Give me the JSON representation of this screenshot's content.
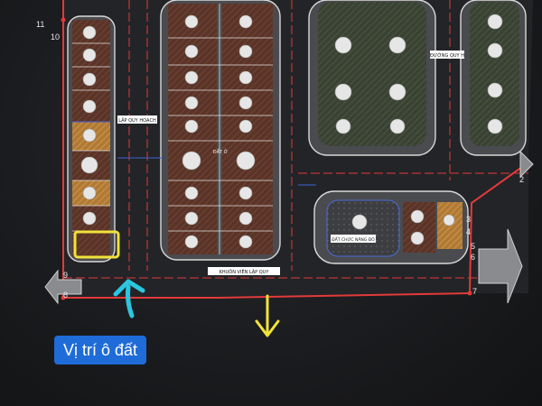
{
  "plan": {
    "edge_numbers": [
      "11",
      "10",
      "9",
      "8",
      "2",
      "3",
      "4",
      "5",
      "6",
      "7"
    ],
    "labels": {
      "road_1": "LẬP QUY HOẠCH",
      "road_2": "KHUÔN VIÊN LẬP QUY",
      "block_center": "ĐẤT Ở",
      "block_right": "ĐƯỜNG QUY H",
      "block_lower": "ĐẤT CHỨC NĂNG ĐÔ"
    },
    "colors": {
      "background": "#1b1c1f",
      "boundary": "#e23a3a",
      "lot_residential": "#5a3428",
      "lot_green": "#3f4a36",
      "lot_highlight": "#c98a3a",
      "selected_lot": "#f2e33a",
      "cyan_arrow": "#2cc6e0",
      "yellow_arrow": "#f2e33a"
    }
  },
  "callout": {
    "text": "Vị trí ô đất"
  }
}
